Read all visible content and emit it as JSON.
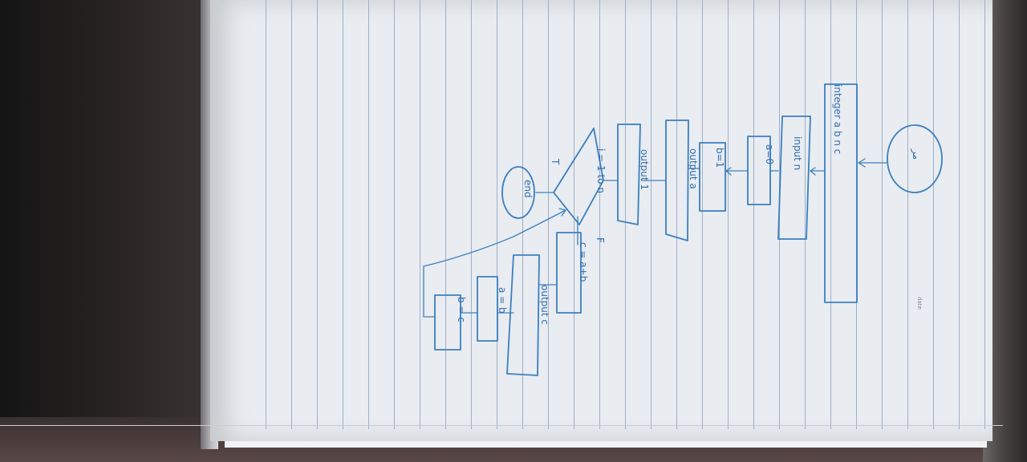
{
  "page": {
    "date_label": "date"
  },
  "flowchart": {
    "start": "مر",
    "declare": "integer a b n c",
    "input": "input n",
    "assign_a": "a=0",
    "assign_b": "b=1",
    "output_a": "output a",
    "output_1": "output 1",
    "loop": "i = 1 to n",
    "true_label": "T",
    "false_label": "F",
    "end": "end",
    "sum": "c = a+b",
    "output_c": "output c",
    "shift_a": "a = b",
    "shift_b": "b = c"
  },
  "colors": {
    "ink": "#3b7fc0",
    "paper": "#e9ecf0",
    "rule_lines": "#9fb0c8"
  }
}
